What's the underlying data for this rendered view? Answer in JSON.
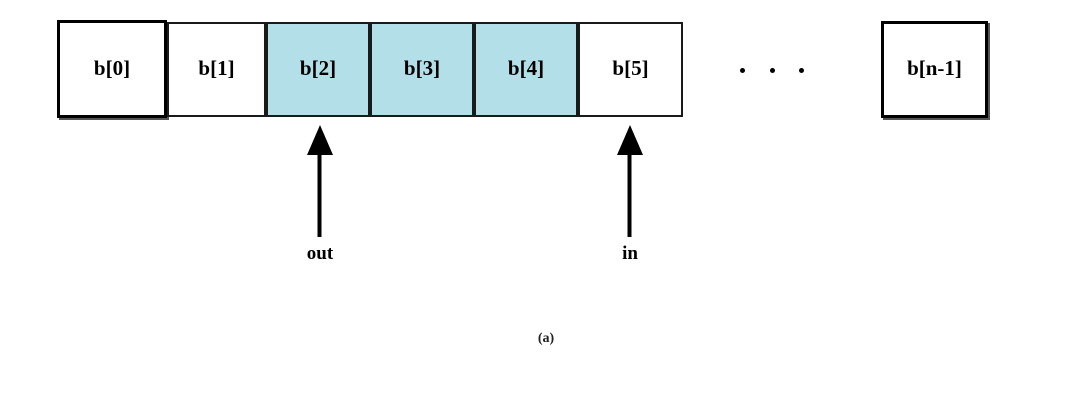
{
  "figure": {
    "caption": "(a)",
    "colors": {
      "filled_cell": "#b3dfe9",
      "empty_cell": "#ffffff",
      "border": "#1a1a1a",
      "text": "#000000"
    }
  },
  "buffer": {
    "cells": [
      {
        "label": "b[0]",
        "filled": false,
        "emphasis": true
      },
      {
        "label": "b[1]",
        "filled": false,
        "emphasis": false
      },
      {
        "label": "b[2]",
        "filled": true,
        "emphasis": false
      },
      {
        "label": "b[3]",
        "filled": true,
        "emphasis": false
      },
      {
        "label": "b[4]",
        "filled": true,
        "emphasis": false
      },
      {
        "label": "b[5]",
        "filled": false,
        "emphasis": false
      }
    ],
    "ellipsis": ". . .",
    "last_cell": {
      "label": "b[n-1]",
      "filled": false,
      "emphasis": true
    }
  },
  "pointers": [
    {
      "name": "out",
      "label": "out",
      "target_cell": "b[2]"
    },
    {
      "name": "in",
      "label": "in",
      "target_cell": "b[5]"
    }
  ]
}
